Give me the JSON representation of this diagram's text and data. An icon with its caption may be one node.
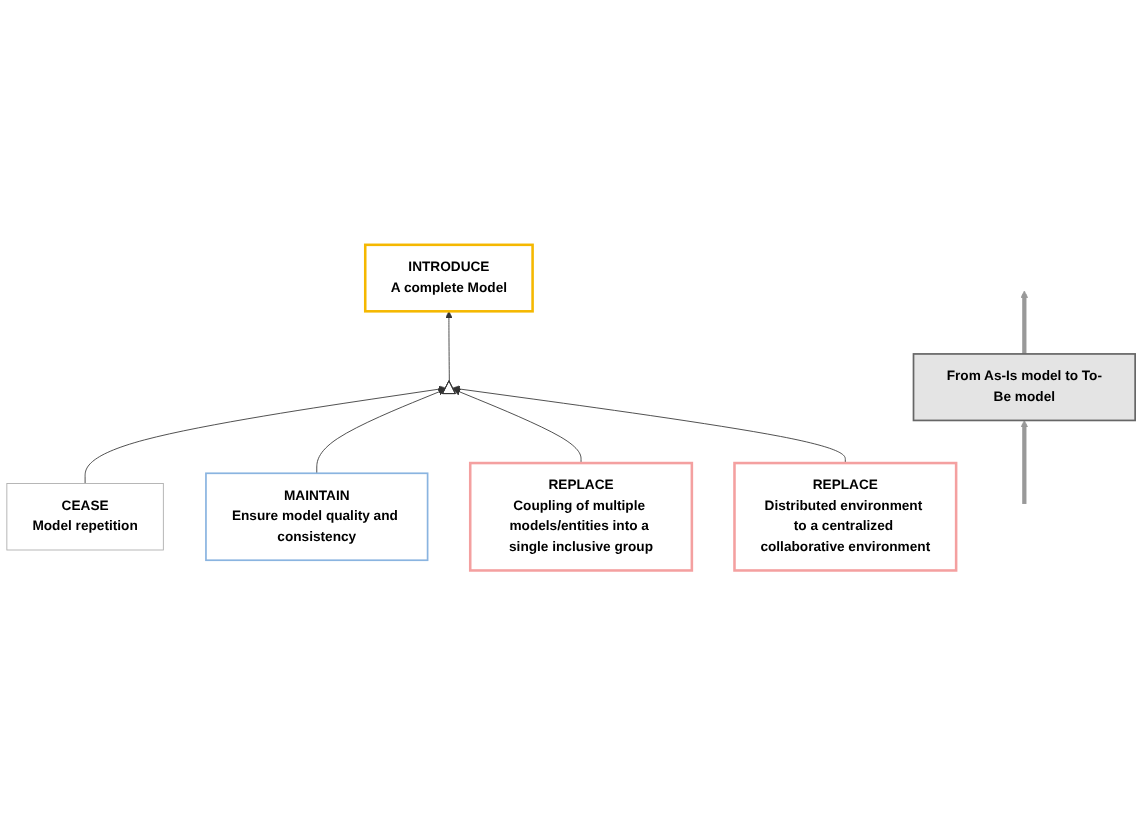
{
  "diagram": {
    "nodes": [
      {
        "text": [
          "From As-Is model to To-Be model"
        ]
      },
      {
        "text": [
          "INTRODUCE",
          "A complete Model"
        ]
      },
      {
        "text": [
          "CEASE",
          "Model repetition"
        ]
      },
      {
        "text": [],
        "shape": "triangle"
      },
      {
        "text": [
          "MAINTAIN",
          "Ensure model quality and consistency"
        ]
      },
      {
        "text": [
          "REPLACE",
          "Coupling of multiple models/entities into a single inclusive group"
        ]
      },
      {
        "text": [
          "REPLACE",
          "Distributed environment to a centralized collaborative environment"
        ]
      }
    ],
    "edges": [
      {
        "from": null,
        "to": 0,
        "arrow": "to",
        "style": "thick",
        "color": "#999999"
      },
      {
        "from": 0,
        "to": null,
        "arrow": "to",
        "style": "thick",
        "color": "#999999"
      },
      {
        "from": 3,
        "to": 1,
        "arrow": "to"
      },
      {
        "from": 2,
        "to": 3,
        "arrow": "to"
      },
      {
        "from": 4,
        "to": 3,
        "arrow": "to"
      },
      {
        "from": 5,
        "to": 3,
        "arrow": "to"
      },
      {
        "from": 6,
        "to": 3,
        "arrow": "to"
      }
    ]
  }
}
